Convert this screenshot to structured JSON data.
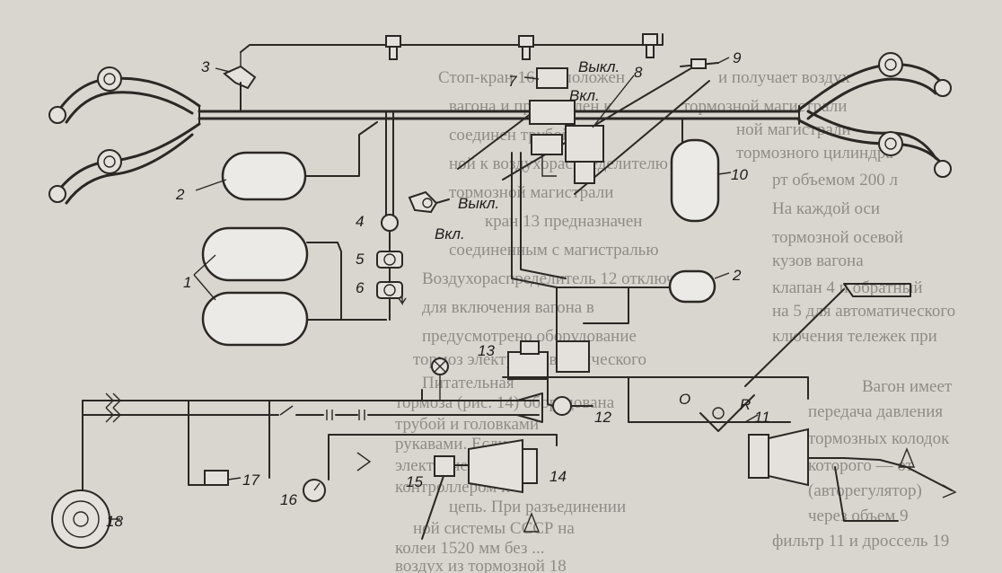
{
  "background_text": {
    "left": [
      "Стоп-кран 16 расположен",
      "вагона и прикреплен к",
      "соединен трубой с",
      "ной к воздухораспределителю",
      "тормозной магистрали",
      "кран 13 предназначен",
      "соединенным с магистралью",
      "Воздухораспределитель 12 отключается",
      "для включения вагона в",
      "предусмотрено оборудование",
      "тормоз электропневматического",
      "Питательная",
      "тормоза (рис. 14) оборудована",
      "трубой и головками",
      "рукавами. Если",
      "электрических",
      "контроллером и",
      "цепь. При разъединении",
      "ной системы СССР на",
      "колеи 1520 мм без ...",
      "воздух из тормозной 18"
    ],
    "right": [
      "и получает воздух",
      "тормозной магистрали",
      "ной магистрали",
      "тормозного цилиндра",
      "рт объемом 200 л",
      "На каждой оси",
      "тормозной осевой",
      "кузов вагона",
      "клапан 4 и обратный",
      "на 5 для автоматического",
      "ключения тележек при",
      "Вагон имеет",
      "передача давления",
      "тормозных колодок",
      "которого — от",
      "(авторегулятор)",
      "через объем 9",
      "фильтр 11 и дроссель 19"
    ]
  },
  "labels": {
    "n1": "1",
    "n2a": "2",
    "n2b": "2",
    "n3": "3",
    "n4": "4",
    "n5": "5",
    "n6": "6",
    "n7": "7",
    "n8": "8",
    "n9": "9",
    "n10": "10",
    "n11": "11",
    "n12": "12",
    "n13": "13",
    "n14": "14",
    "n15": "15",
    "n16": "16",
    "n17": "17",
    "n18": "18",
    "O": "O",
    "R": "R"
  },
  "switch_labels": {
    "off_top": "Выкл.",
    "on_top": "Вкл.",
    "off_left": "Выкл.",
    "on_left": "Вкл."
  },
  "colors": {
    "background": "#d9d6d0",
    "ink": "#2a2724",
    "faded_text": "#8f8b86"
  }
}
